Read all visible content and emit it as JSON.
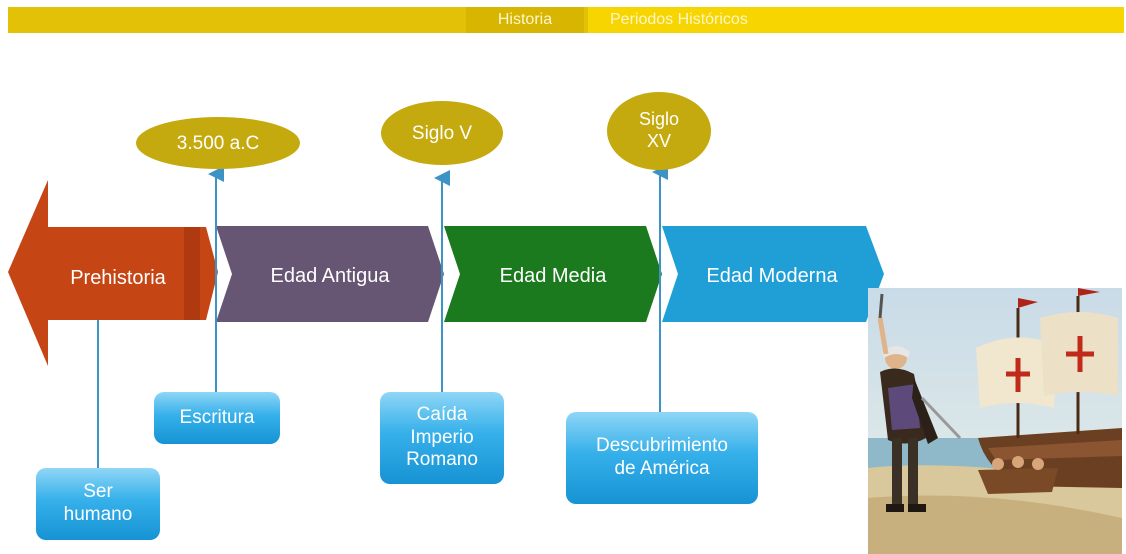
{
  "header": {
    "section": "Historia",
    "topic": "Periodos Históricos"
  },
  "periods": [
    {
      "name": "Prehistoria",
      "color": "#c54514"
    },
    {
      "name": "Edad Antigua",
      "color": "#675673"
    },
    {
      "name": "Edad Media",
      "color": "#1c7a1e"
    },
    {
      "name": "Edad Moderna",
      "color": "#1f9fd6"
    }
  ],
  "dates": [
    "3.500 a.C",
    "Siglo V",
    "Siglo XV"
  ],
  "events": [
    {
      "text": "Ser humano"
    },
    {
      "text": "Escritura"
    },
    {
      "text": "Caída Imperio Romano"
    },
    {
      "text": "Descubrimiento de América"
    }
  ],
  "colors": {
    "oval": "#c4aa0f",
    "event_box": "#29a9e6",
    "connector": "#3c93c4",
    "header_bar": "#e2c106"
  },
  "image": {
    "icon": "columbus-landing-illustration"
  }
}
